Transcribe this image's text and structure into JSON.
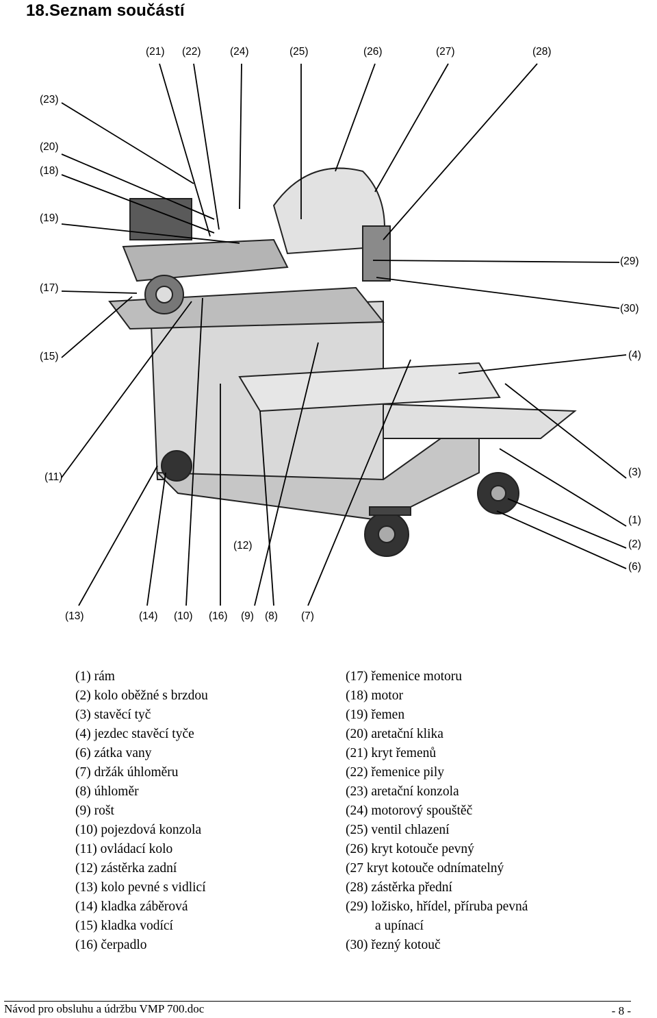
{
  "heading": "18.Seznam součástí",
  "callouts": {
    "c21": "(21)",
    "c22": "(22)",
    "c24": "(24)",
    "c25": "(25)",
    "c26": "(26)",
    "c27": "(27)",
    "c28": "(28)",
    "c23": "(23)",
    "c20": "(20)",
    "c18": "(18)",
    "c19": "(19)",
    "c17": "(17)",
    "c15": "(15)",
    "c11": "(11)",
    "c29": "(29)",
    "c30": "(30)",
    "c4": "(4)",
    "c3": "(3)",
    "c1": "(1)",
    "c2": "(2)",
    "c6": "(6)",
    "c12": "(12)",
    "c13": "(13)",
    "c14": "(14)",
    "c10": "(10)",
    "c16": "(16)",
    "c9": "(9)",
    "c8": "(8)",
    "c7": "(7)"
  },
  "parts_left": [
    "(1) rám",
    "(2) kolo oběžné s brzdou",
    "(3) stavěcí tyč",
    "(4) jezdec stavěcí tyče",
    "(6) zátka vany",
    "(7) držák úhloměru",
    "(8) úhloměr",
    "(9) rošt",
    "(10) pojezdová konzola",
    "(11) ovládací kolo",
    "(12) zástěrka zadní",
    "(13) kolo pevné s vidlicí",
    "(14) kladka záběrová",
    "(15) kladka vodící",
    "(16) čerpadlo"
  ],
  "parts_right": [
    "(17) řemenice motoru",
    "(18) motor",
    "(19) řemen",
    "(20) aretační klika",
    "(21) kryt řemenů",
    "(22) řemenice pily",
    "(23) aretační konzola",
    "(24) motorový spouštěč",
    "(25) ventil chlazení",
    "(26) kryt kotouče pevný",
    "(27 kryt kotouče odnímatelný",
    "(28) zástěrka přední",
    "(29) ložisko, hřídel, příruba pevná",
    "a upínací",
    "(30) řezný kotouč"
  ],
  "footer": {
    "doc": "Návod pro obsluhu a údržbu VMP 700.doc",
    "page": "- 8 -"
  }
}
